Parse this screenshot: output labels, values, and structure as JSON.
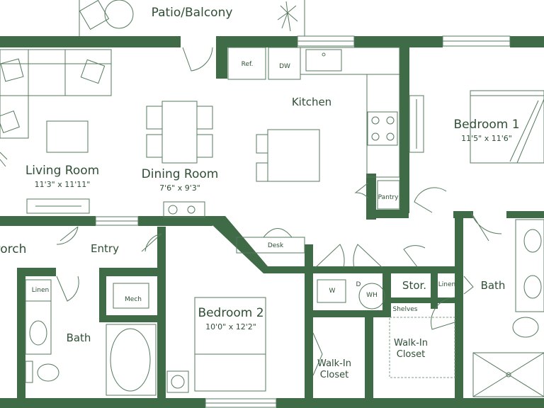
{
  "colors": {
    "wall": "#3f6b47",
    "fixture": "#557a5d",
    "text": "#2f4f35",
    "background": "#ffffff"
  },
  "rooms": {
    "patio": {
      "label": "Patio/Balcony"
    },
    "living": {
      "label": "Living Room",
      "dims": "11'3\" x 11'11\""
    },
    "dining": {
      "label": "Dining Room",
      "dims": "7'6\" x 9'3\""
    },
    "kitchen": {
      "label": "Kitchen"
    },
    "bedroom1": {
      "label": "Bedroom 1",
      "dims": "11'5\" x 11'6\""
    },
    "bedroom2": {
      "label": "Bedroom 2",
      "dims": "10'0\" x 12'2\""
    },
    "entry": {
      "label": "Entry"
    },
    "porch": {
      "label": "Porch"
    },
    "bath_left": {
      "label": "Bath"
    },
    "bath_right": {
      "label": "Bath"
    },
    "storage": {
      "label": "Stor."
    },
    "desk": {
      "label": "Desk"
    },
    "walkin_left": {
      "line1": "Walk-In",
      "line2": "Closet"
    },
    "walkin_right": {
      "line1": "Walk-In",
      "line2": "Closet"
    }
  },
  "fixtures": {
    "refrigerator": "Ref.",
    "dishwasher": "DW",
    "pantry": "Pantry",
    "linen_left": "Linen",
    "linen_right": "Linen",
    "mech": "Mech",
    "washer": "W",
    "dryer": "D",
    "water_heater": "WH",
    "shelves": "Shelves"
  }
}
